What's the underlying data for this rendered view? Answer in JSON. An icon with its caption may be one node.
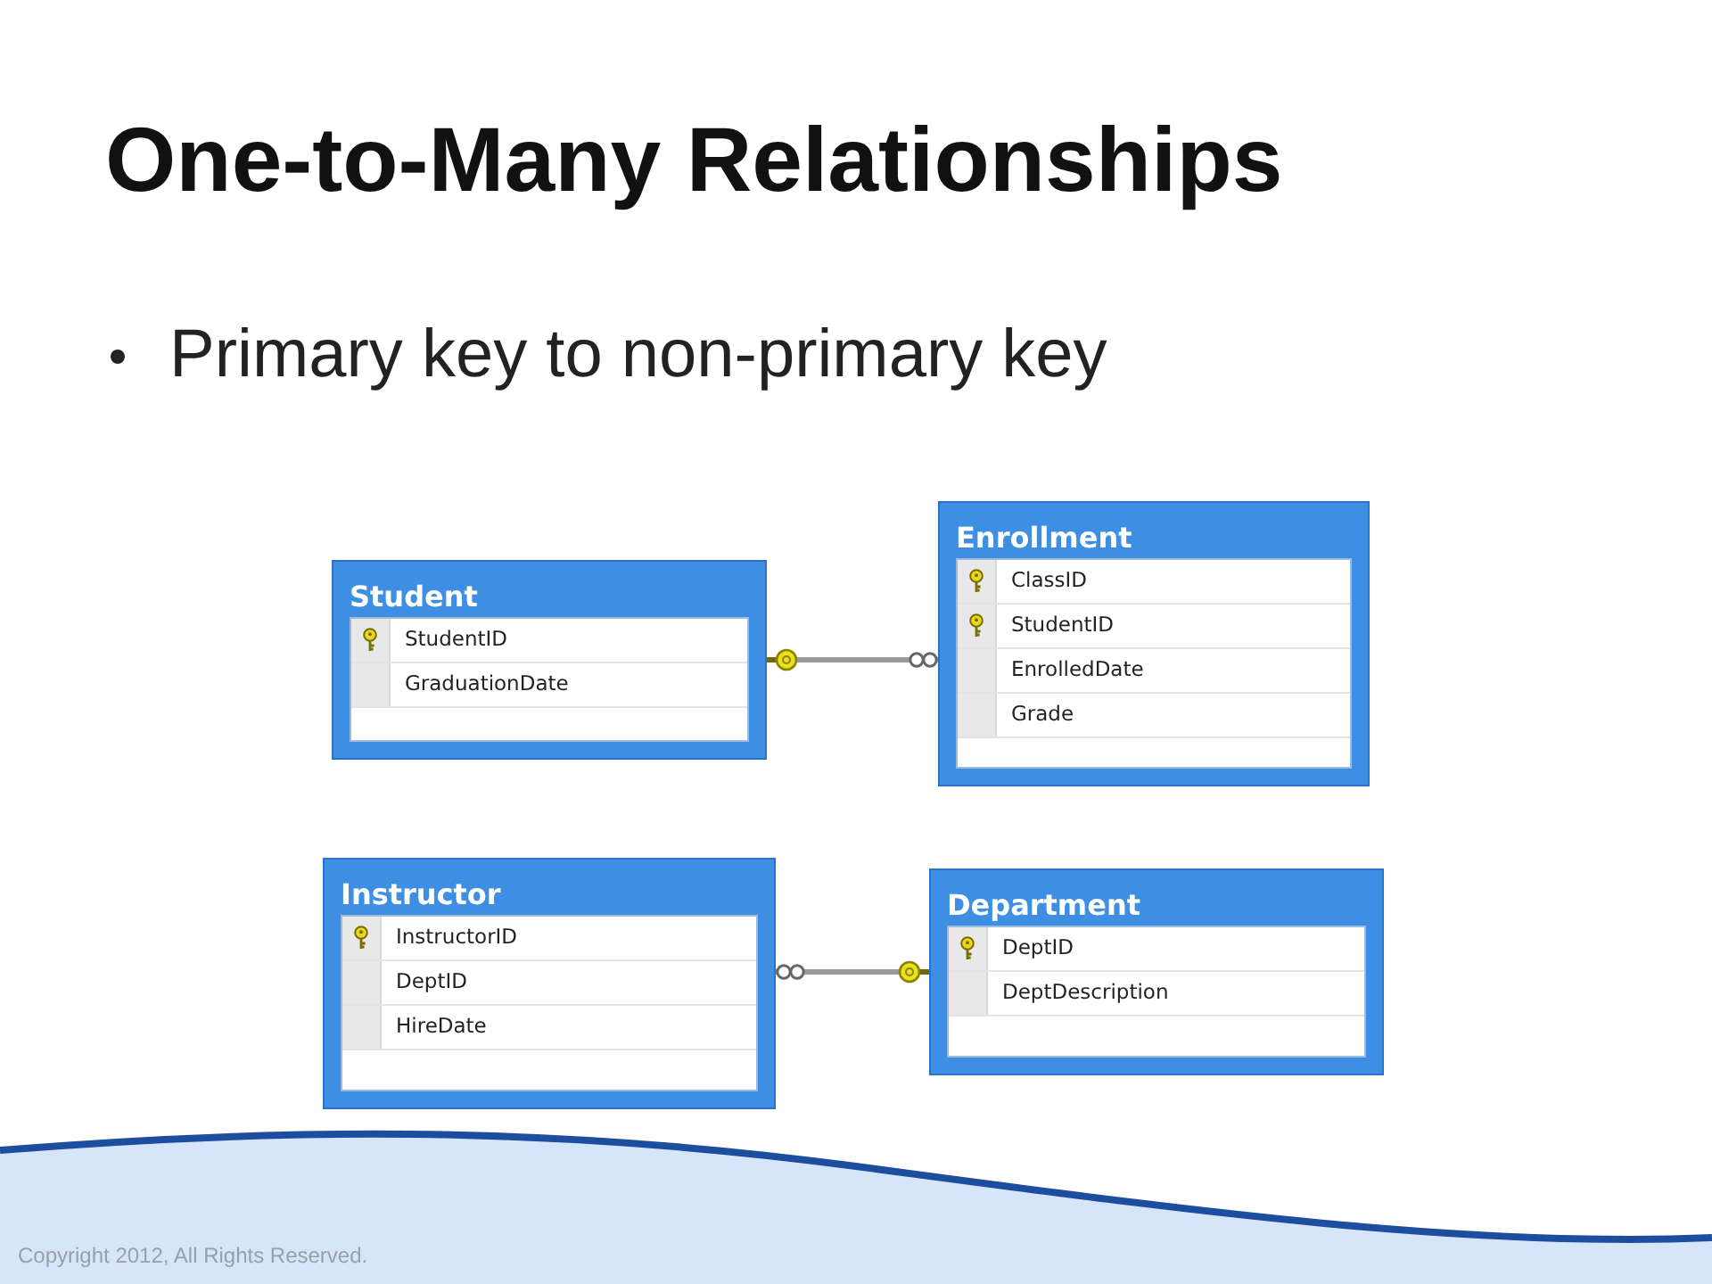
{
  "diagram": {
    "title": "One-to-Many Relationships",
    "nodes": [
      {
        "text": [
          "Student"
        ]
      },
      {
        "text": [
          "StudentID"
        ],
        "in": 0
      },
      {
        "text": [
          "GraduationDate"
        ],
        "in": 0
      },
      {
        "text": [
          "Enrollment"
        ]
      },
      {
        "text": [
          "ClassID"
        ],
        "in": 3
      },
      {
        "text": [
          "StudentID"
        ],
        "in": 3
      },
      {
        "text": [
          "EnrolledDate"
        ],
        "in": 3
      },
      {
        "text": [
          "Grade"
        ],
        "in": 3
      },
      {
        "text": [
          "Instructor"
        ]
      },
      {
        "text": [
          "InstructorID"
        ],
        "in": 8
      },
      {
        "text": [
          "DeptID"
        ],
        "in": 8
      },
      {
        "text": [
          "HireDate"
        ],
        "in": 8
      },
      {
        "text": [
          "Department"
        ]
      },
      {
        "text": [
          "DeptID"
        ],
        "in": 12
      },
      {
        "text": [
          "DeptDescription"
        ],
        "in": 12
      }
    ],
    "edges": [
      {
        "from": 0,
        "to": 3,
        "arrow": "other"
      },
      {
        "from": 12,
        "to": 8,
        "arrow": "other"
      }
    ],
    "labels": [
      "Primary key to non-primary key",
      "Copyright 2012, All Rights Reserved."
    ]
  }
}
